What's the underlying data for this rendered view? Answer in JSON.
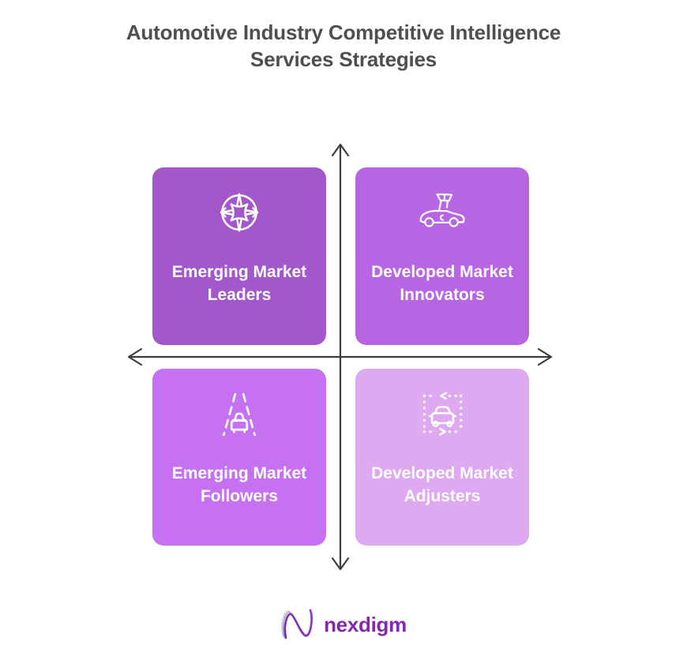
{
  "title": {
    "line1": "Automotive Industry Competitive Intelligence",
    "line2": "Services Strategies",
    "color": "#4f4f4f"
  },
  "quadrants": {
    "top_left": {
      "line1": "Emerging Market",
      "line2": "Leaders",
      "icon": "compass-icon",
      "color": "#a258ca"
    },
    "top_right": {
      "line1": "Developed Market",
      "line2": "Innovators",
      "icon": "autonomous-car-icon",
      "color": "#b765e2"
    },
    "bottom_left": {
      "line1": "Emerging Market",
      "line2": "Followers",
      "icon": "road-lanes-car-icon",
      "color": "#c670f2"
    },
    "bottom_right": {
      "line1": "Developed Market",
      "line2": "Adjusters",
      "icon": "car-adjust-frame-icon",
      "color": "#dfa9f2"
    }
  },
  "axes": {
    "color": "#3d3d3d"
  },
  "logo": {
    "text": "nexdigm",
    "color": "#8526ad"
  }
}
